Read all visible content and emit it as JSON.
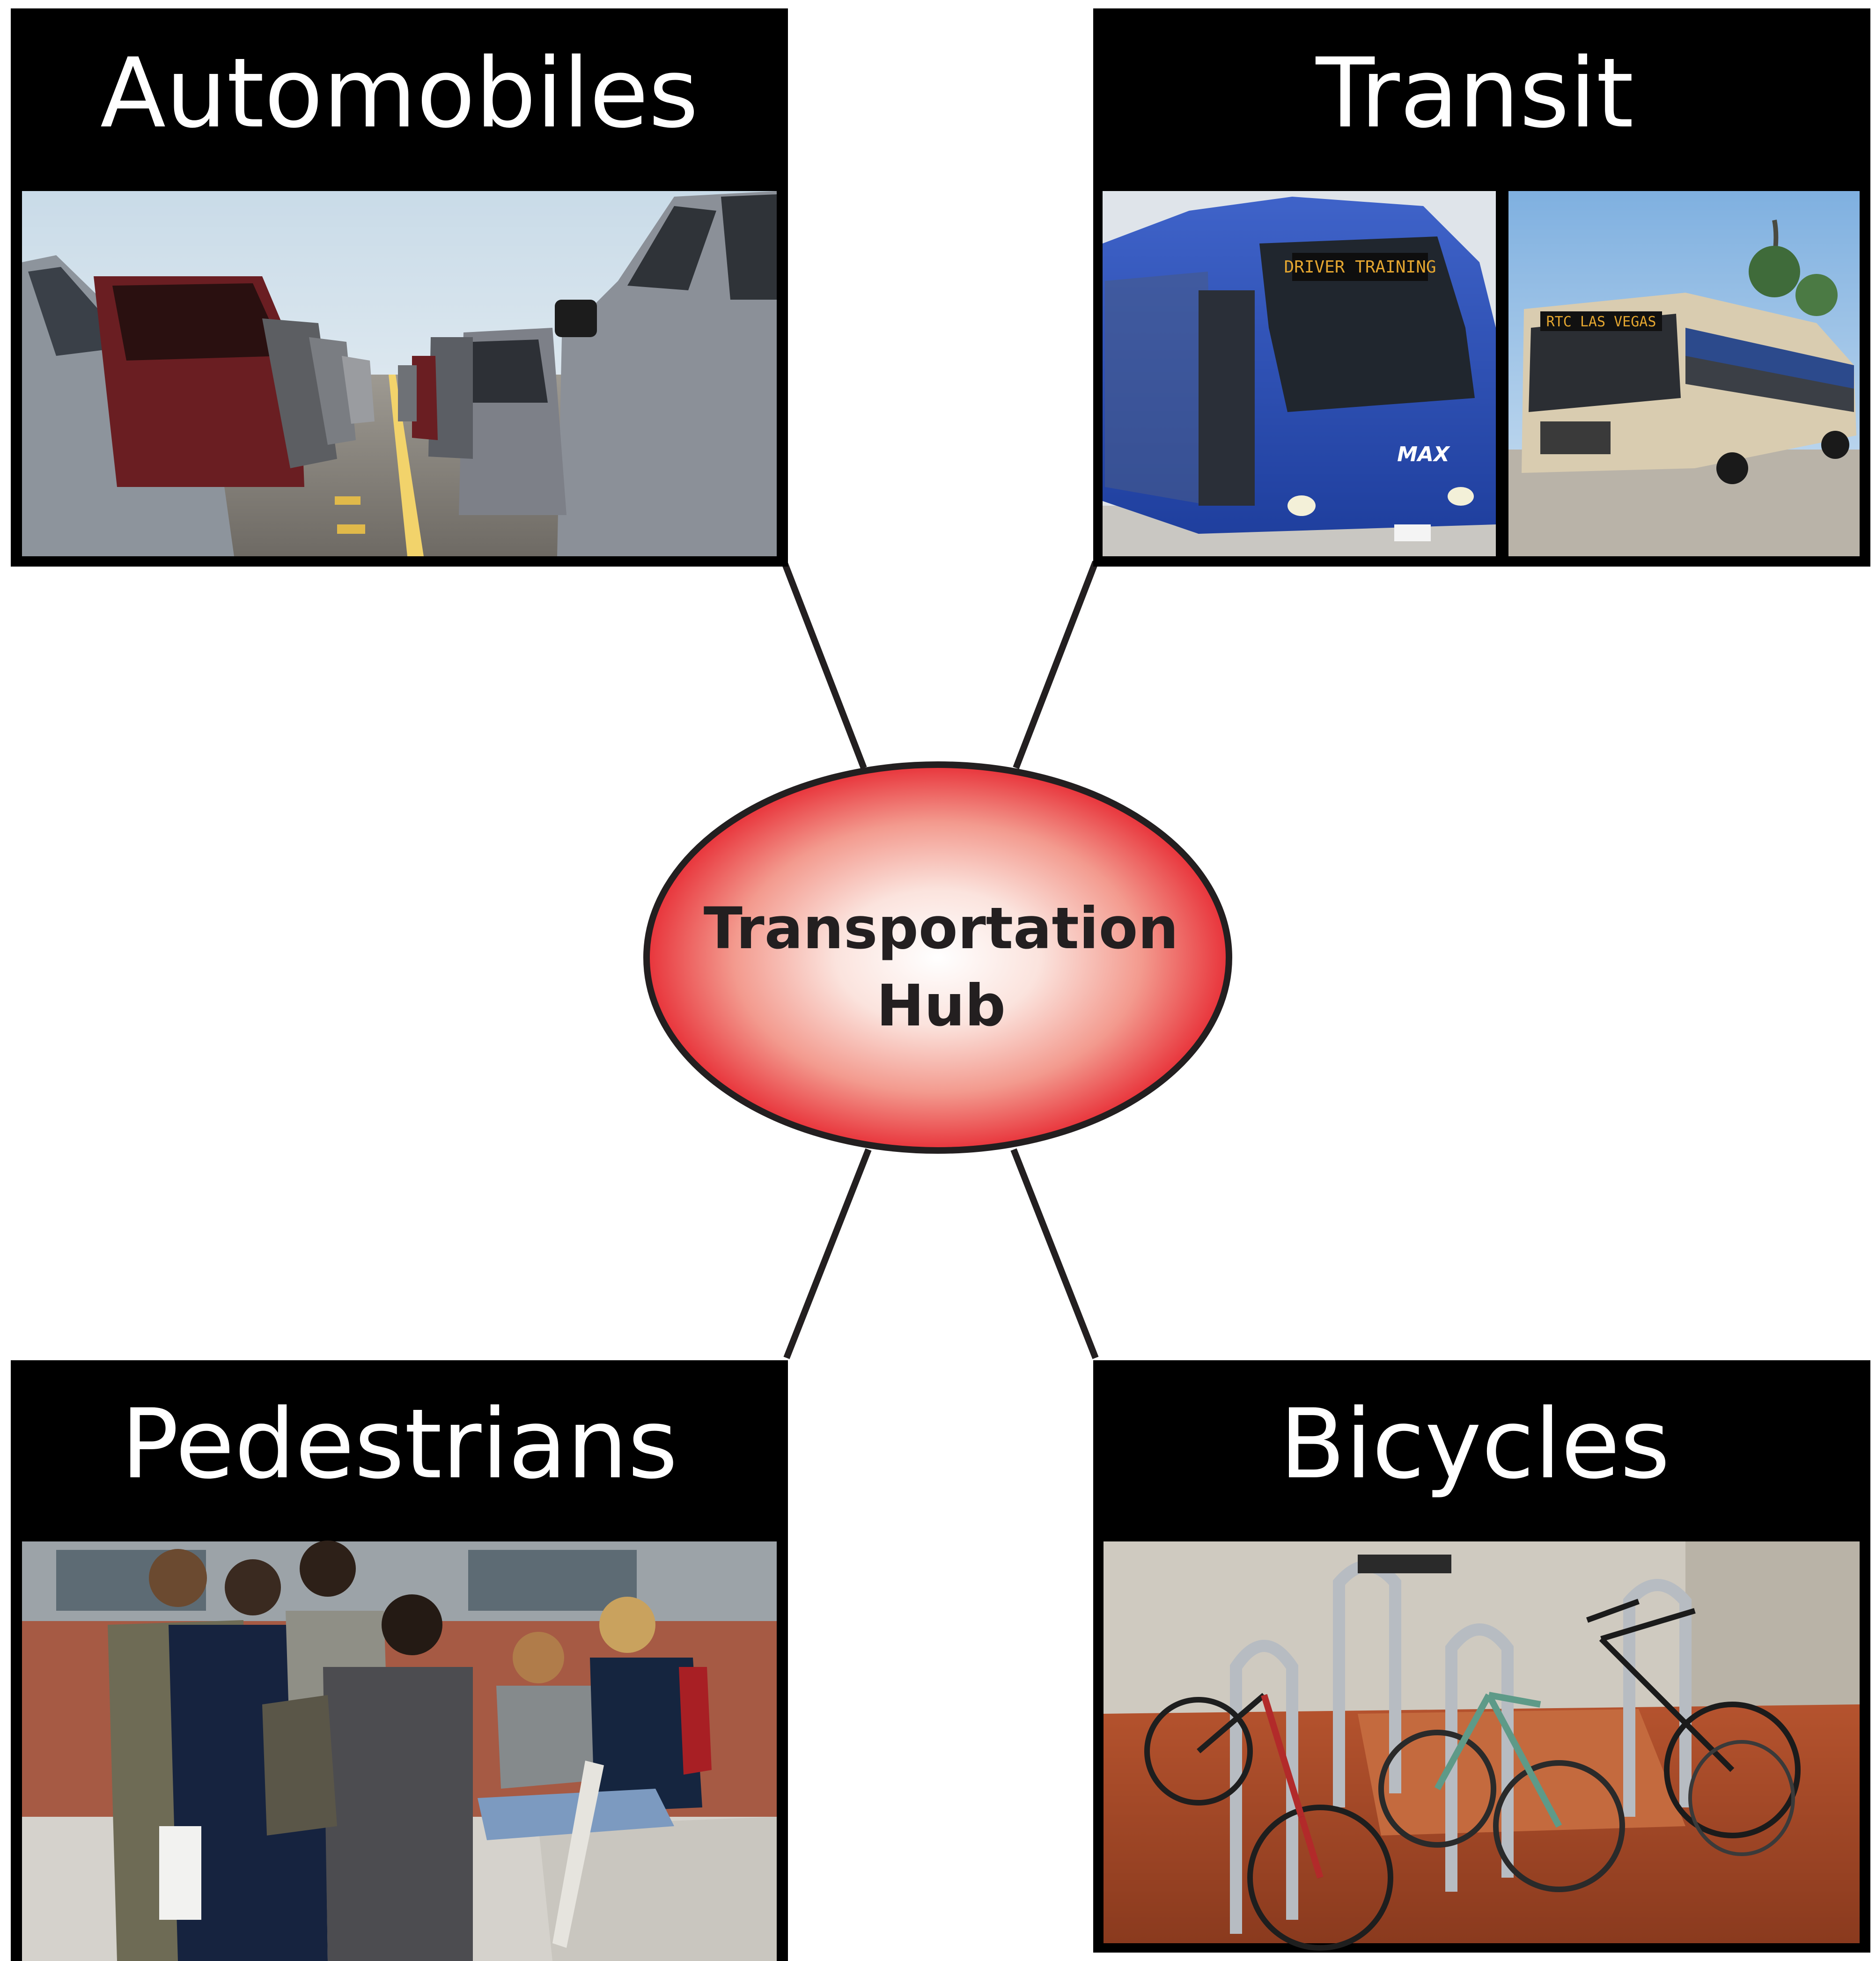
{
  "hub": {
    "line1": "Transportation",
    "line2": "Hub"
  },
  "modes": [
    {
      "id": "automobiles",
      "label": "Automobiles",
      "photo": "parked-cars-photo"
    },
    {
      "id": "transit",
      "label": "Transit",
      "photo": "buses-photo"
    },
    {
      "id": "pedestrians",
      "label": "Pedestrians",
      "photo": "students-walking-photo"
    },
    {
      "id": "bicycles",
      "label": "Bicycles",
      "photo": "bike-rack-photo"
    }
  ],
  "bus_signs": {
    "left_sign": "DRIVER TRAINING",
    "left_brand": "MAX",
    "right_sign": "RTC LAS VEGAS"
  },
  "colors": {
    "label_bg": "#000000",
    "label_text": "#ffffff",
    "hub_center": "#ffffff",
    "hub_edge": "#e8333a",
    "outline": "#231f20"
  }
}
